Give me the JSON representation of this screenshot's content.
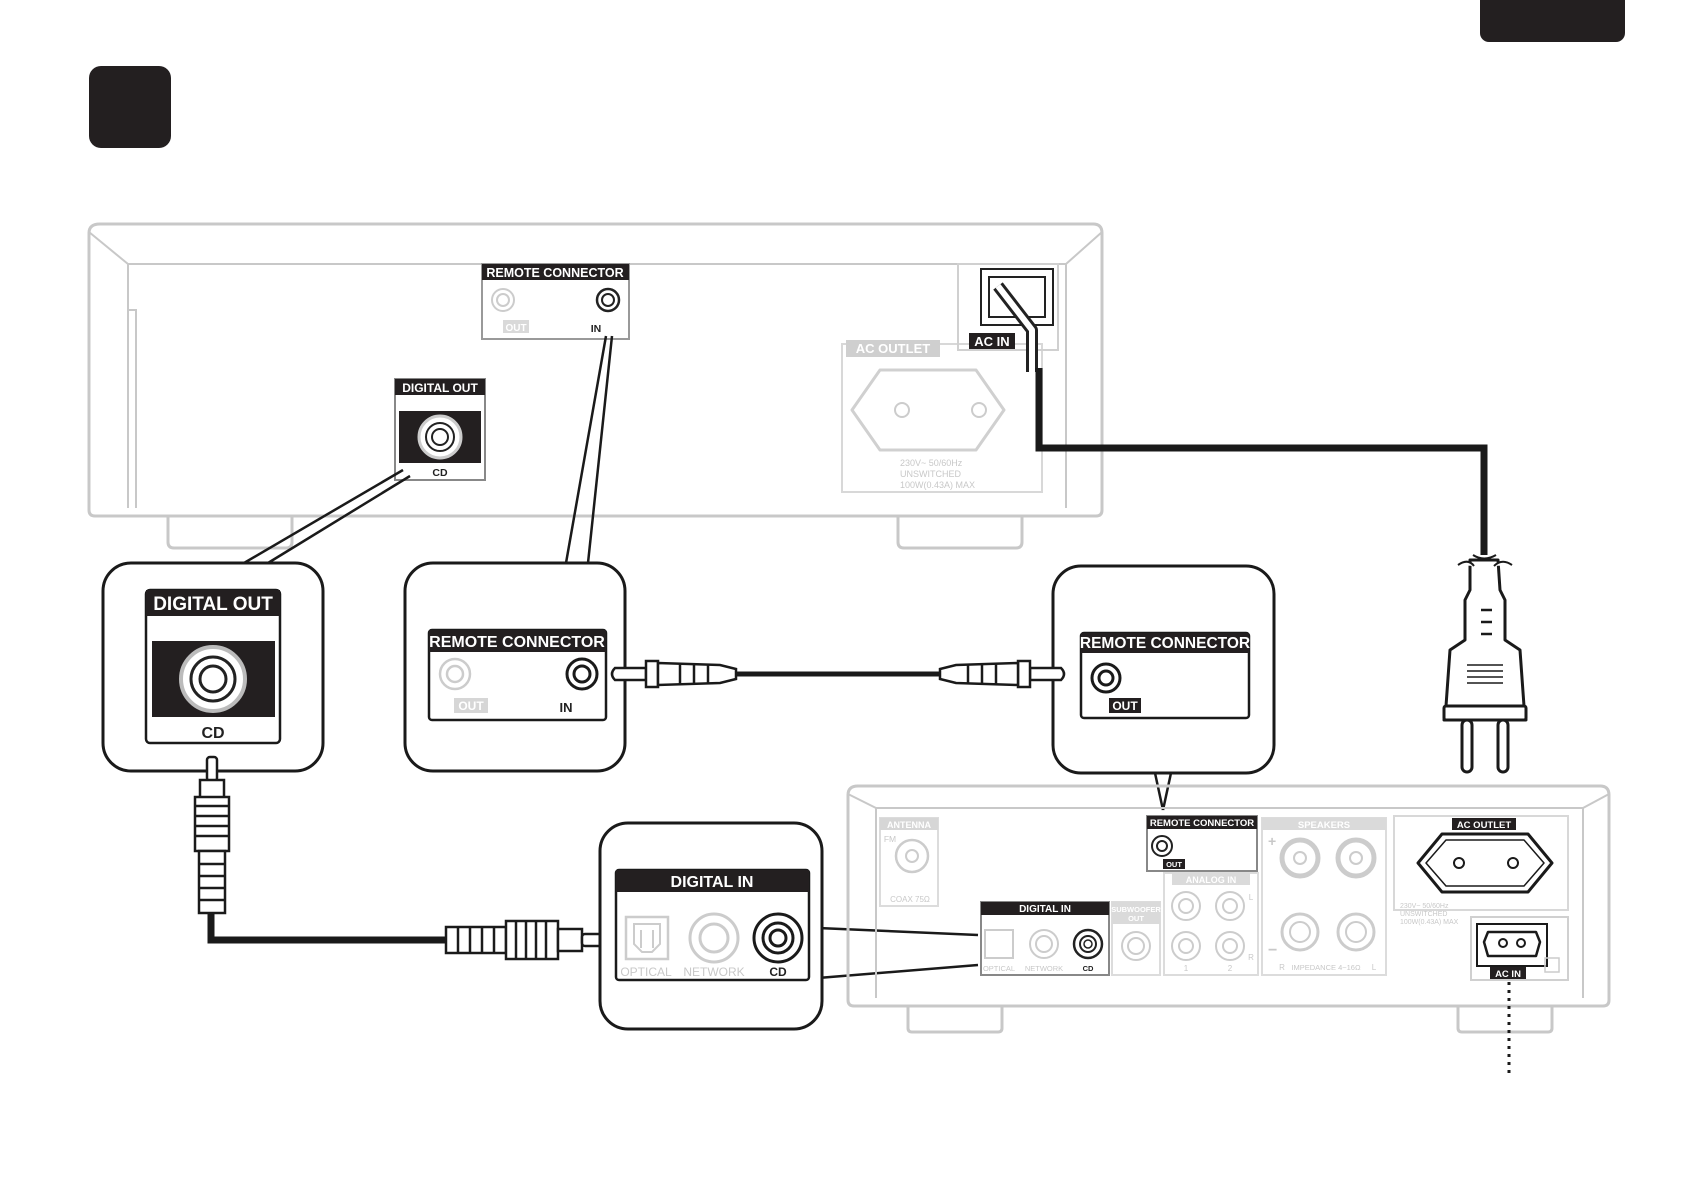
{
  "cd_player": {
    "remote_connector": {
      "title": "REMOTE CONNECTOR",
      "out": "OUT",
      "in": "IN"
    },
    "digital_out": {
      "title": "DIGITAL OUT",
      "sub": "CD"
    },
    "ac_in": "AC IN",
    "ac_outlet": {
      "title": "AC OUTLET",
      "spec_line1": "230V~ 50/60Hz",
      "spec_line2": "UNSWITCHED",
      "spec_line3": "100W(0.43A) MAX"
    }
  },
  "zoom": {
    "digital_out": {
      "title": "DIGITAL OUT",
      "sub": "CD"
    },
    "remote_in": {
      "title": "REMOTE CONNECTOR",
      "out": "OUT",
      "in": "IN"
    },
    "remote_out": {
      "title": "REMOTE CONNECTOR",
      "out": "OUT"
    },
    "digital_in": {
      "title": "DIGITAL IN",
      "optical": "OPTICAL",
      "network": "NETWORK",
      "cd": "CD"
    }
  },
  "receiver": {
    "antenna": {
      "title": "ANTENNA",
      "fm": "FM",
      "coax": "COAX 75Ω"
    },
    "remote_connector": {
      "title": "REMOTE CONNECTOR",
      "out": "OUT"
    },
    "digital_in": {
      "title": "DIGITAL IN",
      "optical": "OPTICAL",
      "network": "NETWORK",
      "cd": "CD"
    },
    "subwoofer": {
      "line1": "SUBWOOFER",
      "line2": "OUT"
    },
    "analog_in": {
      "title": "ANALOG IN",
      "ch1": "1",
      "ch2": "2",
      "l": "L",
      "r": "R"
    },
    "speakers": {
      "title": "SPEAKERS",
      "impedance": "IMPEDANCE 4~16Ω",
      "l": "L",
      "r": "R"
    },
    "ac_outlet": {
      "title": "AC OUTLET",
      "spec_line1": "230V~ 50/60Hz",
      "spec_line2": "UNSWITCHED",
      "spec_line3": "100W(0.43A) MAX"
    },
    "ac_in": "AC IN"
  },
  "colors": {
    "device_outline": "#c8c8c8",
    "ink": "#1a1a1a",
    "badge": "#231f20"
  }
}
